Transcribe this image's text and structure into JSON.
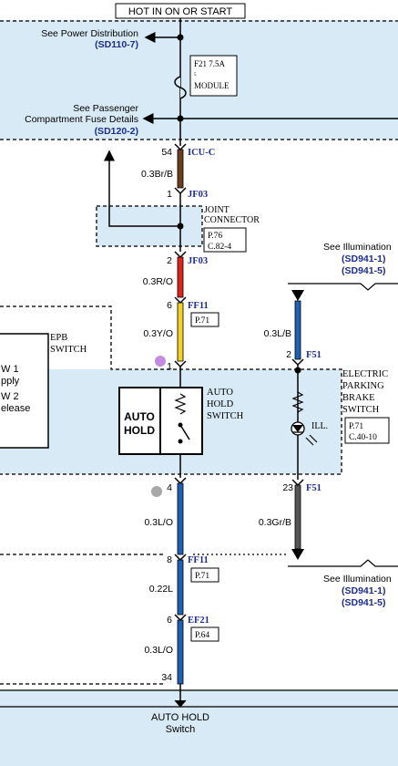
{
  "header": {
    "title": "HOT IN ON OR START"
  },
  "refs": {
    "power_dist": {
      "line1": "See Power Distribution",
      "code": "(SD110-7)"
    },
    "passenger_fuse": {
      "line1": "See Passenger",
      "line2": "Compartment Fuse Details",
      "code": "(SD120-2)"
    },
    "illum_top": {
      "line1": "See Illumination",
      "code1": "(SD941-1)",
      "code2": "(SD941-5)"
    },
    "illum_bottom": {
      "line1": "See Illumination",
      "code1": "(SD941-1)",
      "code2": "(SD941-5)"
    }
  },
  "fuse": {
    "name": "F21 7.5A",
    "small": "5",
    "label": "MODULE"
  },
  "left_column": {
    "icu": {
      "pin": "54",
      "connector": "ICU-C"
    },
    "wire1": "0.3Br/B",
    "jf03_in": {
      "pin": "1",
      "connector": "JF03"
    },
    "joint_connector": {
      "line1": "JOINT",
      "line2": "CONNECTOR",
      "ref1": "P.76",
      "ref2": "C.82-4"
    },
    "jf03_out": {
      "pin": "2",
      "connector": "JF03"
    },
    "wire2": "0.3R/O",
    "ff11_top": {
      "pin": "6",
      "connector": "FF11",
      "ref": "P.71"
    },
    "wire3": "0.3Y/O",
    "pin_1": "1",
    "pin_4": "4",
    "wire4": "0.3L/O",
    "ff11_bottom": {
      "pin": "8",
      "connector": "FF11",
      "ref": "P.71"
    },
    "wire5": "0.22L",
    "ef21": {
      "pin": "6",
      "connector": "EF21",
      "ref": "P.64"
    },
    "wire6": "0.3L/O",
    "pin_34": "34"
  },
  "epb_switch": {
    "line1": "EPB",
    "line2": "SWITCH",
    "sw1_a": "W 1",
    "sw1_b": "pply",
    "sw2_a": "W 2",
    "sw2_b": "elease"
  },
  "auto_hold": {
    "badge1": "AUTO",
    "badge2": "HOLD",
    "line1": "AUTO",
    "line2": "HOLD",
    "line3": "SWITCH"
  },
  "right_column": {
    "wire1": "0.3L/B",
    "f51_top": {
      "pin": "2",
      "connector": "F51"
    },
    "ill": "ILL.",
    "f51_bottom": {
      "pin": "23",
      "connector": "F51"
    },
    "wire2": "0.3Gr/B"
  },
  "epb_module": {
    "line1": "ELECTRIC",
    "line2": "PARKING",
    "line3": "BRAKE",
    "line4": "SWITCH",
    "ref1": "P.71",
    "ref2": "C.40-10"
  },
  "footer": {
    "line1": "AUTO HOLD",
    "line2": "Switch"
  },
  "colors": {
    "zone_fill": "#d7eaf5",
    "ref_blue": "#1c2d8f",
    "wire_brown": "#6b3f1d",
    "wire_red": "#e0231b",
    "wire_yellow": "#f2d024",
    "wire_blue": "#1f5fb4",
    "wire_gray": "#555555",
    "marker_purple": "#c58be0",
    "marker_gray": "#a8a8a8"
  }
}
